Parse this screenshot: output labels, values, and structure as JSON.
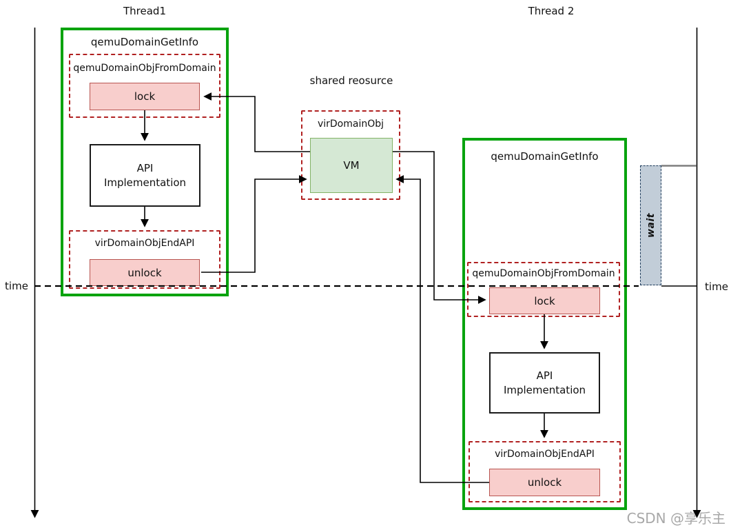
{
  "threads": {
    "thread1": {
      "title": "Thread1",
      "function": "qemuDomainGetInfo",
      "enter": "qemuDomainObjFromDomain",
      "lock": "lock",
      "api": "API\nImplementation",
      "exit": "virDomainObjEndAPI",
      "unlock": "unlock"
    },
    "thread2": {
      "title": "Thread 2",
      "function": "qemuDomainGetInfo",
      "enter": "qemuDomainObjFromDomain",
      "lock": "lock",
      "api": "API\nImplementation",
      "exit": "virDomainObjEndAPI",
      "unlock": "unlock"
    }
  },
  "shared_resource": {
    "heading": "shared reosurce",
    "object": "virDomainObj",
    "vm": "VM"
  },
  "timeline": {
    "left_label": "time",
    "right_label": "time",
    "wait_label": "wait"
  },
  "watermark": "CSDN @享乐主",
  "colors": {
    "thread_border_green": "#07a30e",
    "dashed_border_red": "#b02020",
    "lock_fill_pink": "#f8cecc",
    "lock_border": "#b85450",
    "vm_fill_green": "#d5e8d4",
    "vm_border_green": "#82b366",
    "wait_fill_bluegray": "#c2cdd8",
    "wait_border_navy": "#1c3a5a",
    "connector_black": "#000000",
    "wait_top_line_gray": "#7f7f7f"
  }
}
